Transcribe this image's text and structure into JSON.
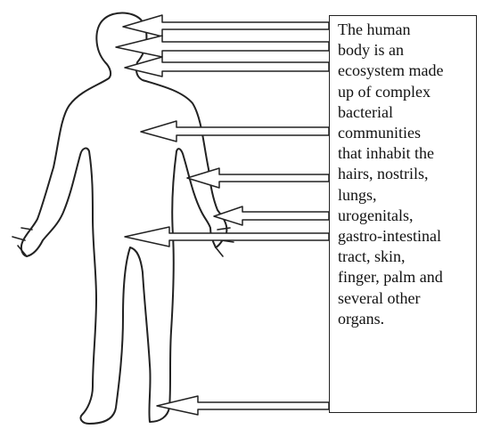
{
  "callout": {
    "lines": [
      "The human",
      "body is  an",
      "ecosystem made",
      "up of complex",
      "bacterial",
      "communities",
      "that inhabit the",
      "hairs, nostrils,",
      "lungs,",
      "urogenitals,",
      "gastro-intestinal",
      "tract, skin,",
      "finger, palm and",
      "several other",
      "organs."
    ]
  },
  "colors": {
    "outline": "#222222",
    "text": "#111111",
    "background": "#ffffff"
  }
}
